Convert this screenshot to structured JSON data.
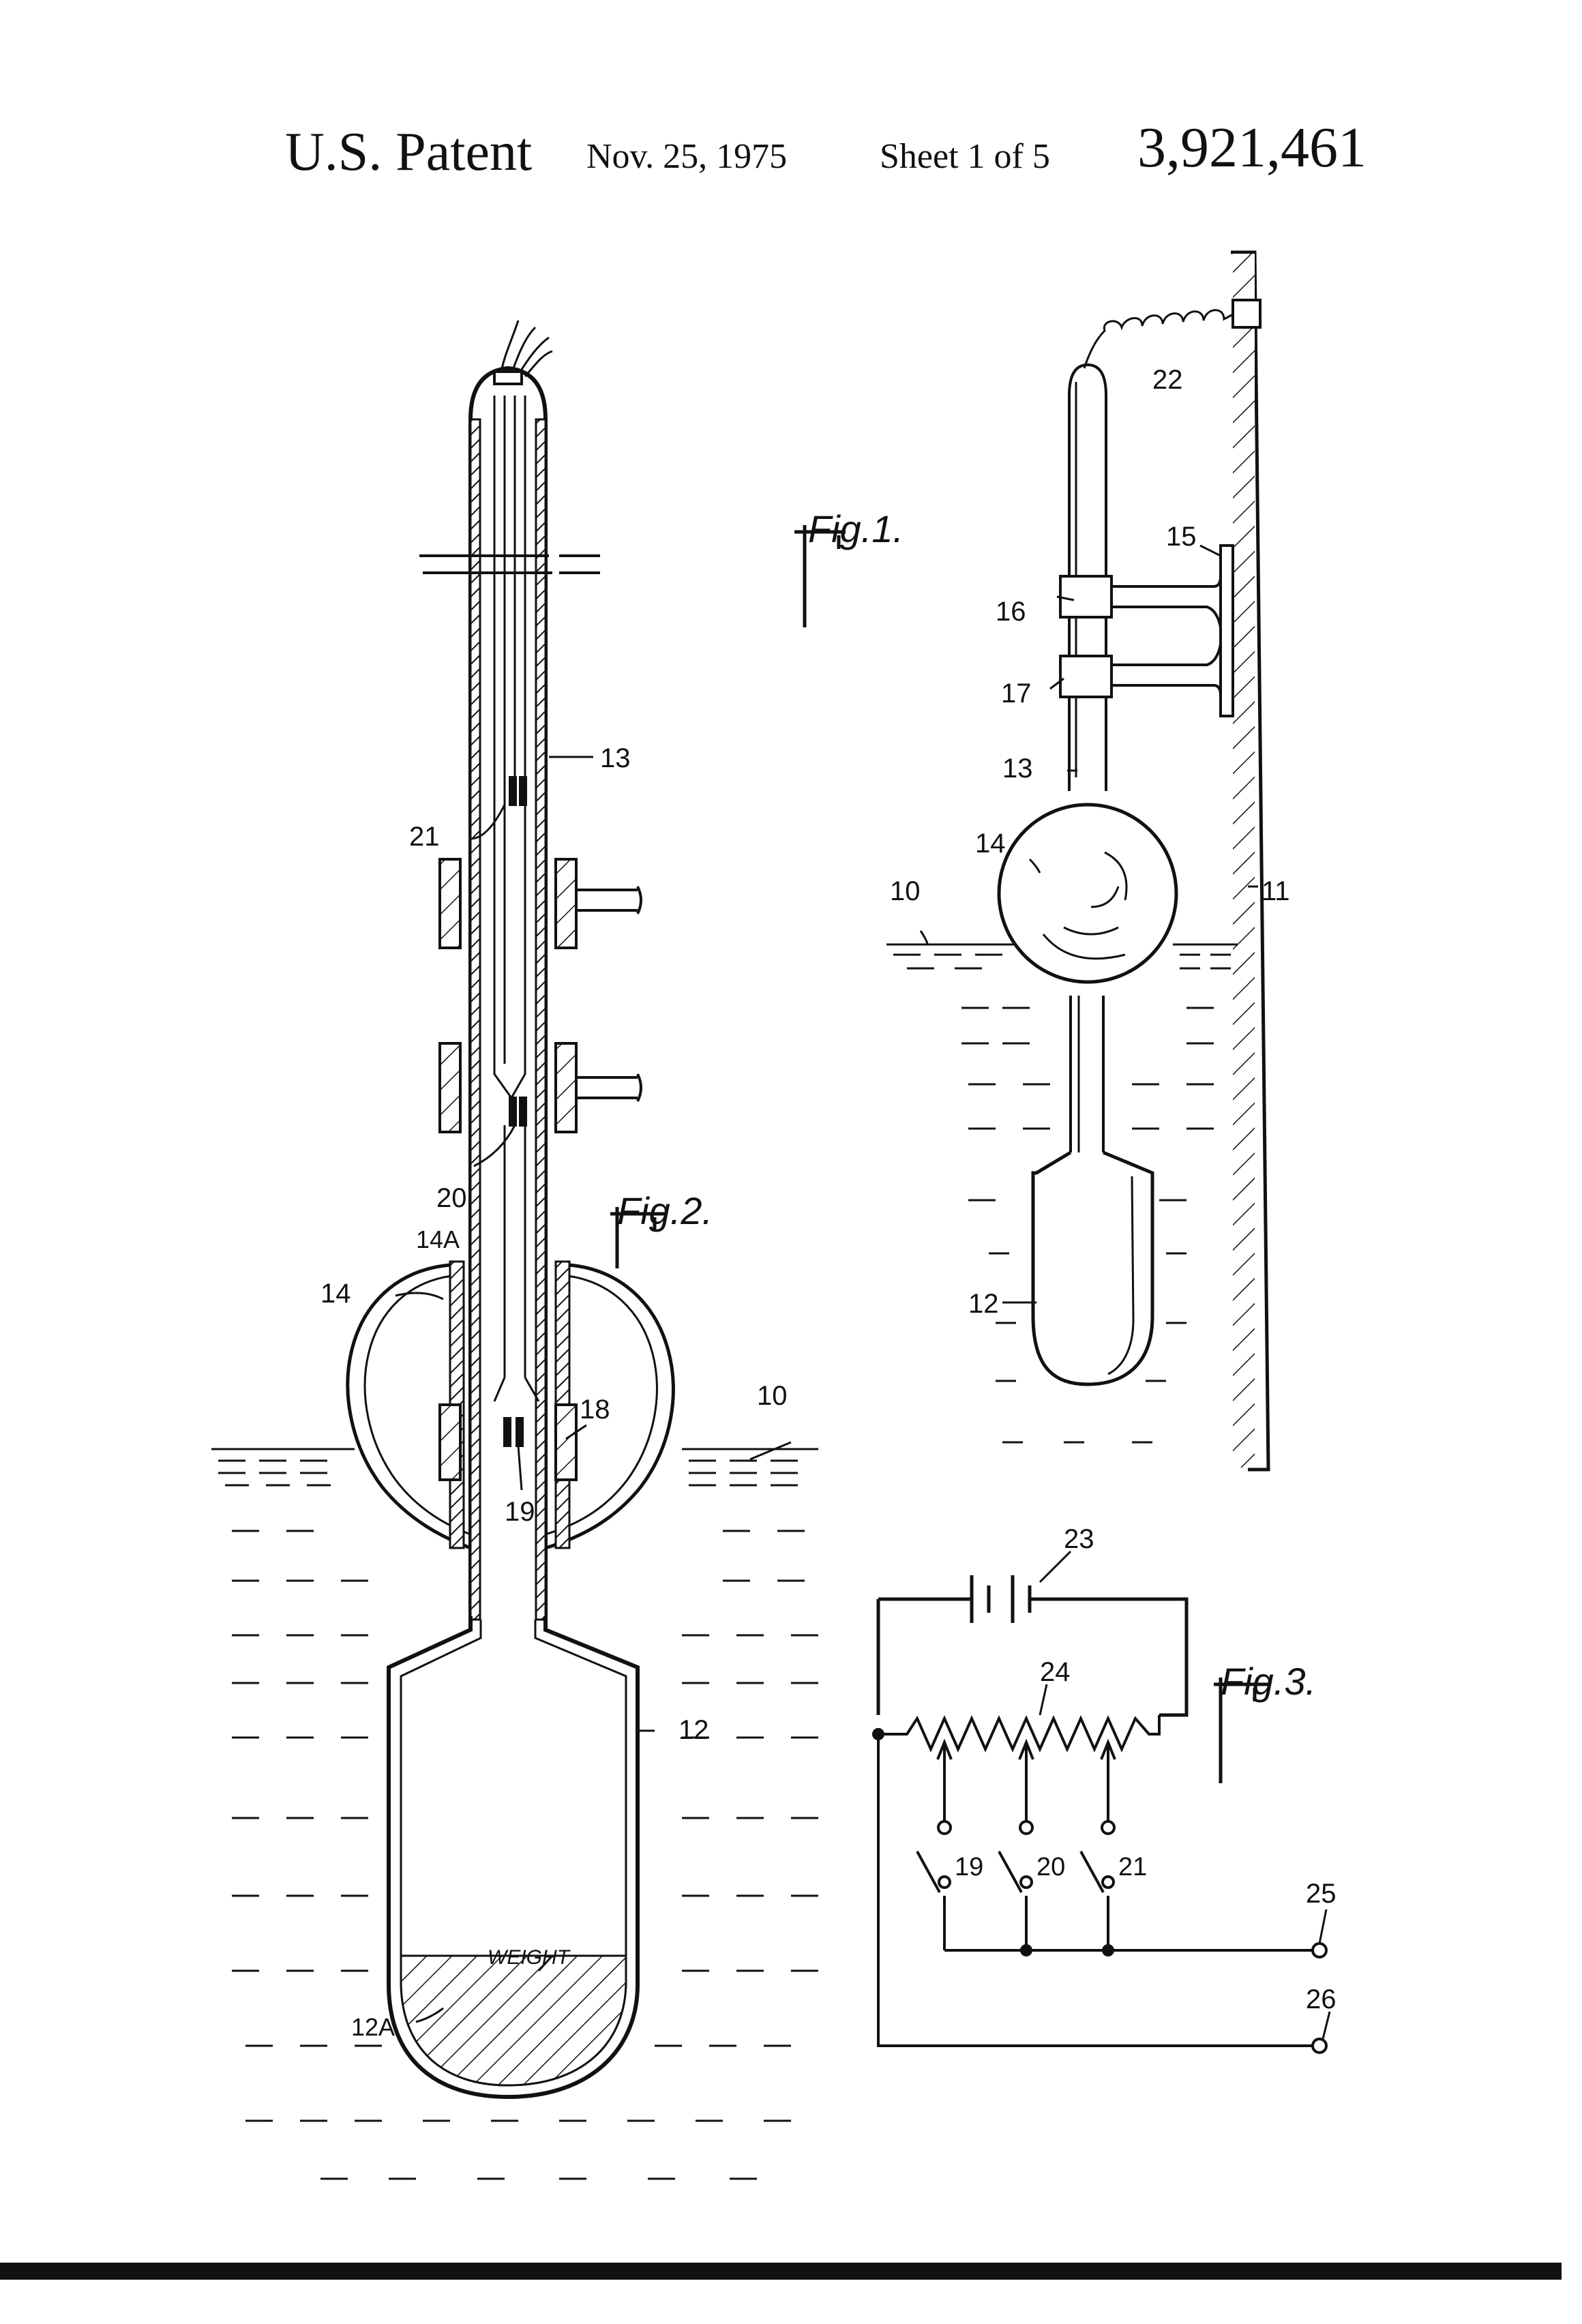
{
  "header": {
    "patent_label": "U.S. Patent",
    "date": "Nov. 25, 1975",
    "sheet": "Sheet 1 of 5",
    "patent_number": "3,921,461"
  },
  "figures": {
    "fig1": {
      "title": "Fig.1.",
      "labels": {
        "l10": "10",
        "l11": "11",
        "l12": "12",
        "l13": "13",
        "l14": "14",
        "l15": "15",
        "l16": "16",
        "l17": "17",
        "l22": "22"
      }
    },
    "fig2": {
      "title": "Fig.2.",
      "labels": {
        "l10": "10",
        "l12": "12",
        "l12a": "12A",
        "l13": "13",
        "l14": "14",
        "l14a": "14A",
        "l18": "18",
        "l19": "19",
        "l20": "20",
        "l21": "21",
        "weight": "WEIGHT"
      }
    },
    "fig3": {
      "title": "Fig.3.",
      "labels": {
        "l19": "19",
        "l20": "20",
        "l21": "21",
        "l23": "23",
        "l24": "24",
        "l25": "25",
        "l26": "26"
      }
    }
  },
  "colors": {
    "ink": "#111111",
    "paper": "#ffffff"
  }
}
